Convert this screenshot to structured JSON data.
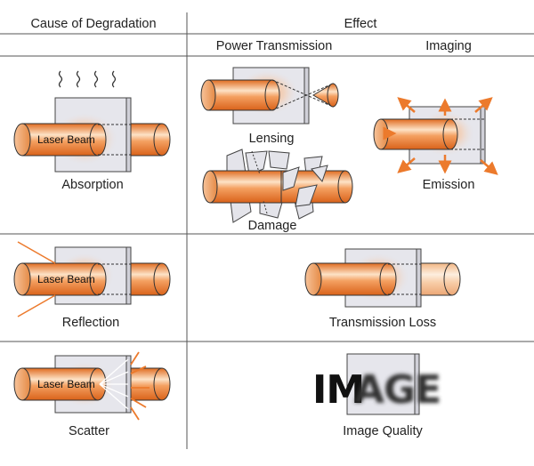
{
  "header": {
    "cause": "Cause of Degradation",
    "effect": "Effect",
    "power_transmission": "Power Transmission",
    "imaging": "Imaging"
  },
  "row_absorption": {
    "beam_label": "Laser Beam",
    "cause_caption": "Absorption",
    "lensing_caption": "Lensing",
    "damage_caption": "Damage",
    "emission_caption": "Emission"
  },
  "row_reflection": {
    "beam_label": "Laser Beam",
    "cause_caption": "Reflection",
    "effect_caption": "Transmission Loss"
  },
  "row_scatter": {
    "beam_label": "Laser Beam",
    "cause_caption": "Scatter",
    "image_word_left": "IM",
    "image_word_right": "AGE",
    "effect_caption": "Image Quality"
  },
  "colors": {
    "beam_orange": "#ef8a3c",
    "beam_highlight": "#fde2c6",
    "window_fill": "#e6e6ec",
    "glow": "#f6b98a",
    "arrow_orange": "#ec7a2c",
    "grid_line": "#555555"
  }
}
